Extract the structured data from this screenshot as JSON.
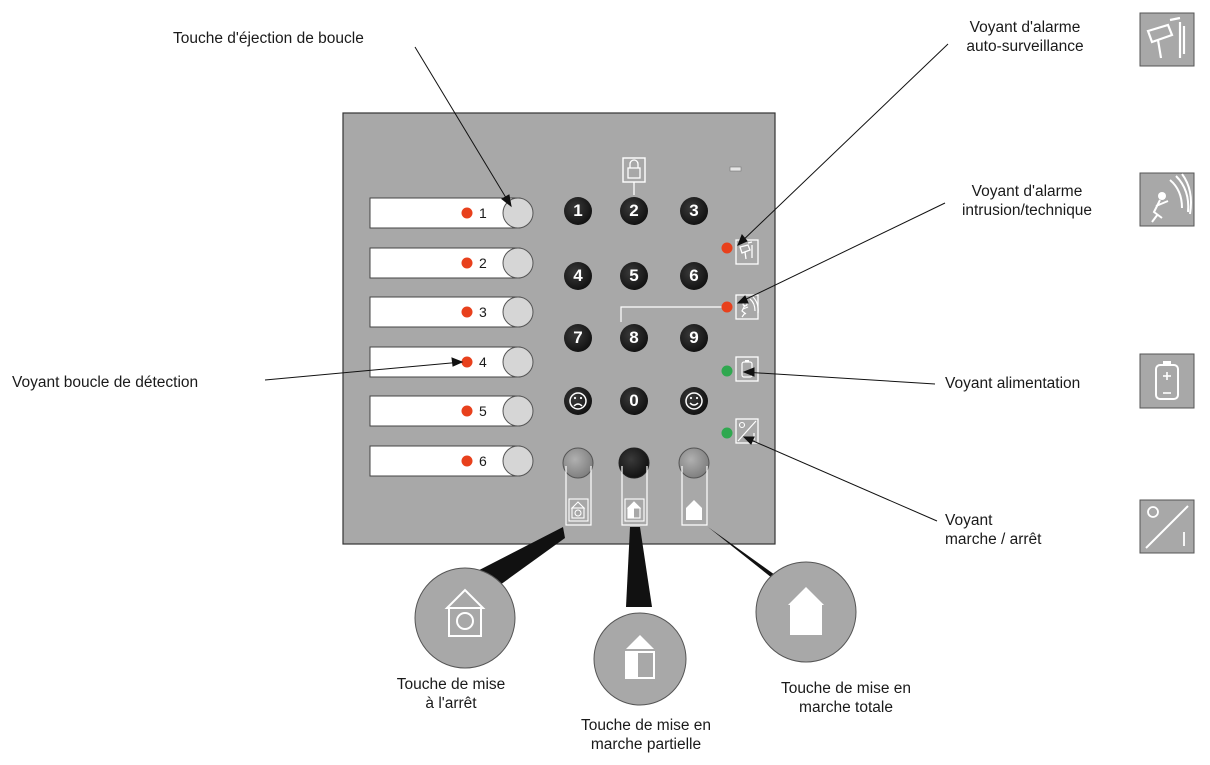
{
  "callouts": {
    "loop_eject_key": "Touche d'éjection de boucle",
    "tamper_alarm_led": [
      "Voyant d'alarme",
      "auto-surveillance"
    ],
    "intrusion_alarm_led": [
      "Voyant d'alarme",
      "intrusion/technique"
    ],
    "detection_loop_led": "Voyant boucle de détection",
    "power_led": "Voyant alimentation",
    "on_off_led": [
      "Voyant",
      "marche / arrêt"
    ],
    "disarm_key": [
      "Touche de mise",
      "à l'arrêt"
    ],
    "partial_arm_key": [
      "Touche de mise en",
      "marche partielle"
    ],
    "full_arm_key": [
      "Touche de mise en",
      "marche totale"
    ]
  },
  "loops": [
    "1",
    "2",
    "3",
    "4",
    "5",
    "6"
  ],
  "keypad": [
    "1",
    "2",
    "3",
    "4",
    "5",
    "6",
    "7",
    "8",
    "9",
    "sad-face-key",
    "0",
    "happy-face-key"
  ],
  "colors": {
    "panel": "#a8a8a8",
    "key_dark": "#1e1e1e",
    "led_red": "#e8401c",
    "led_green": "#2fa84f",
    "button_light": "#d6d6d6",
    "button_mid": "#8c8c8c"
  }
}
